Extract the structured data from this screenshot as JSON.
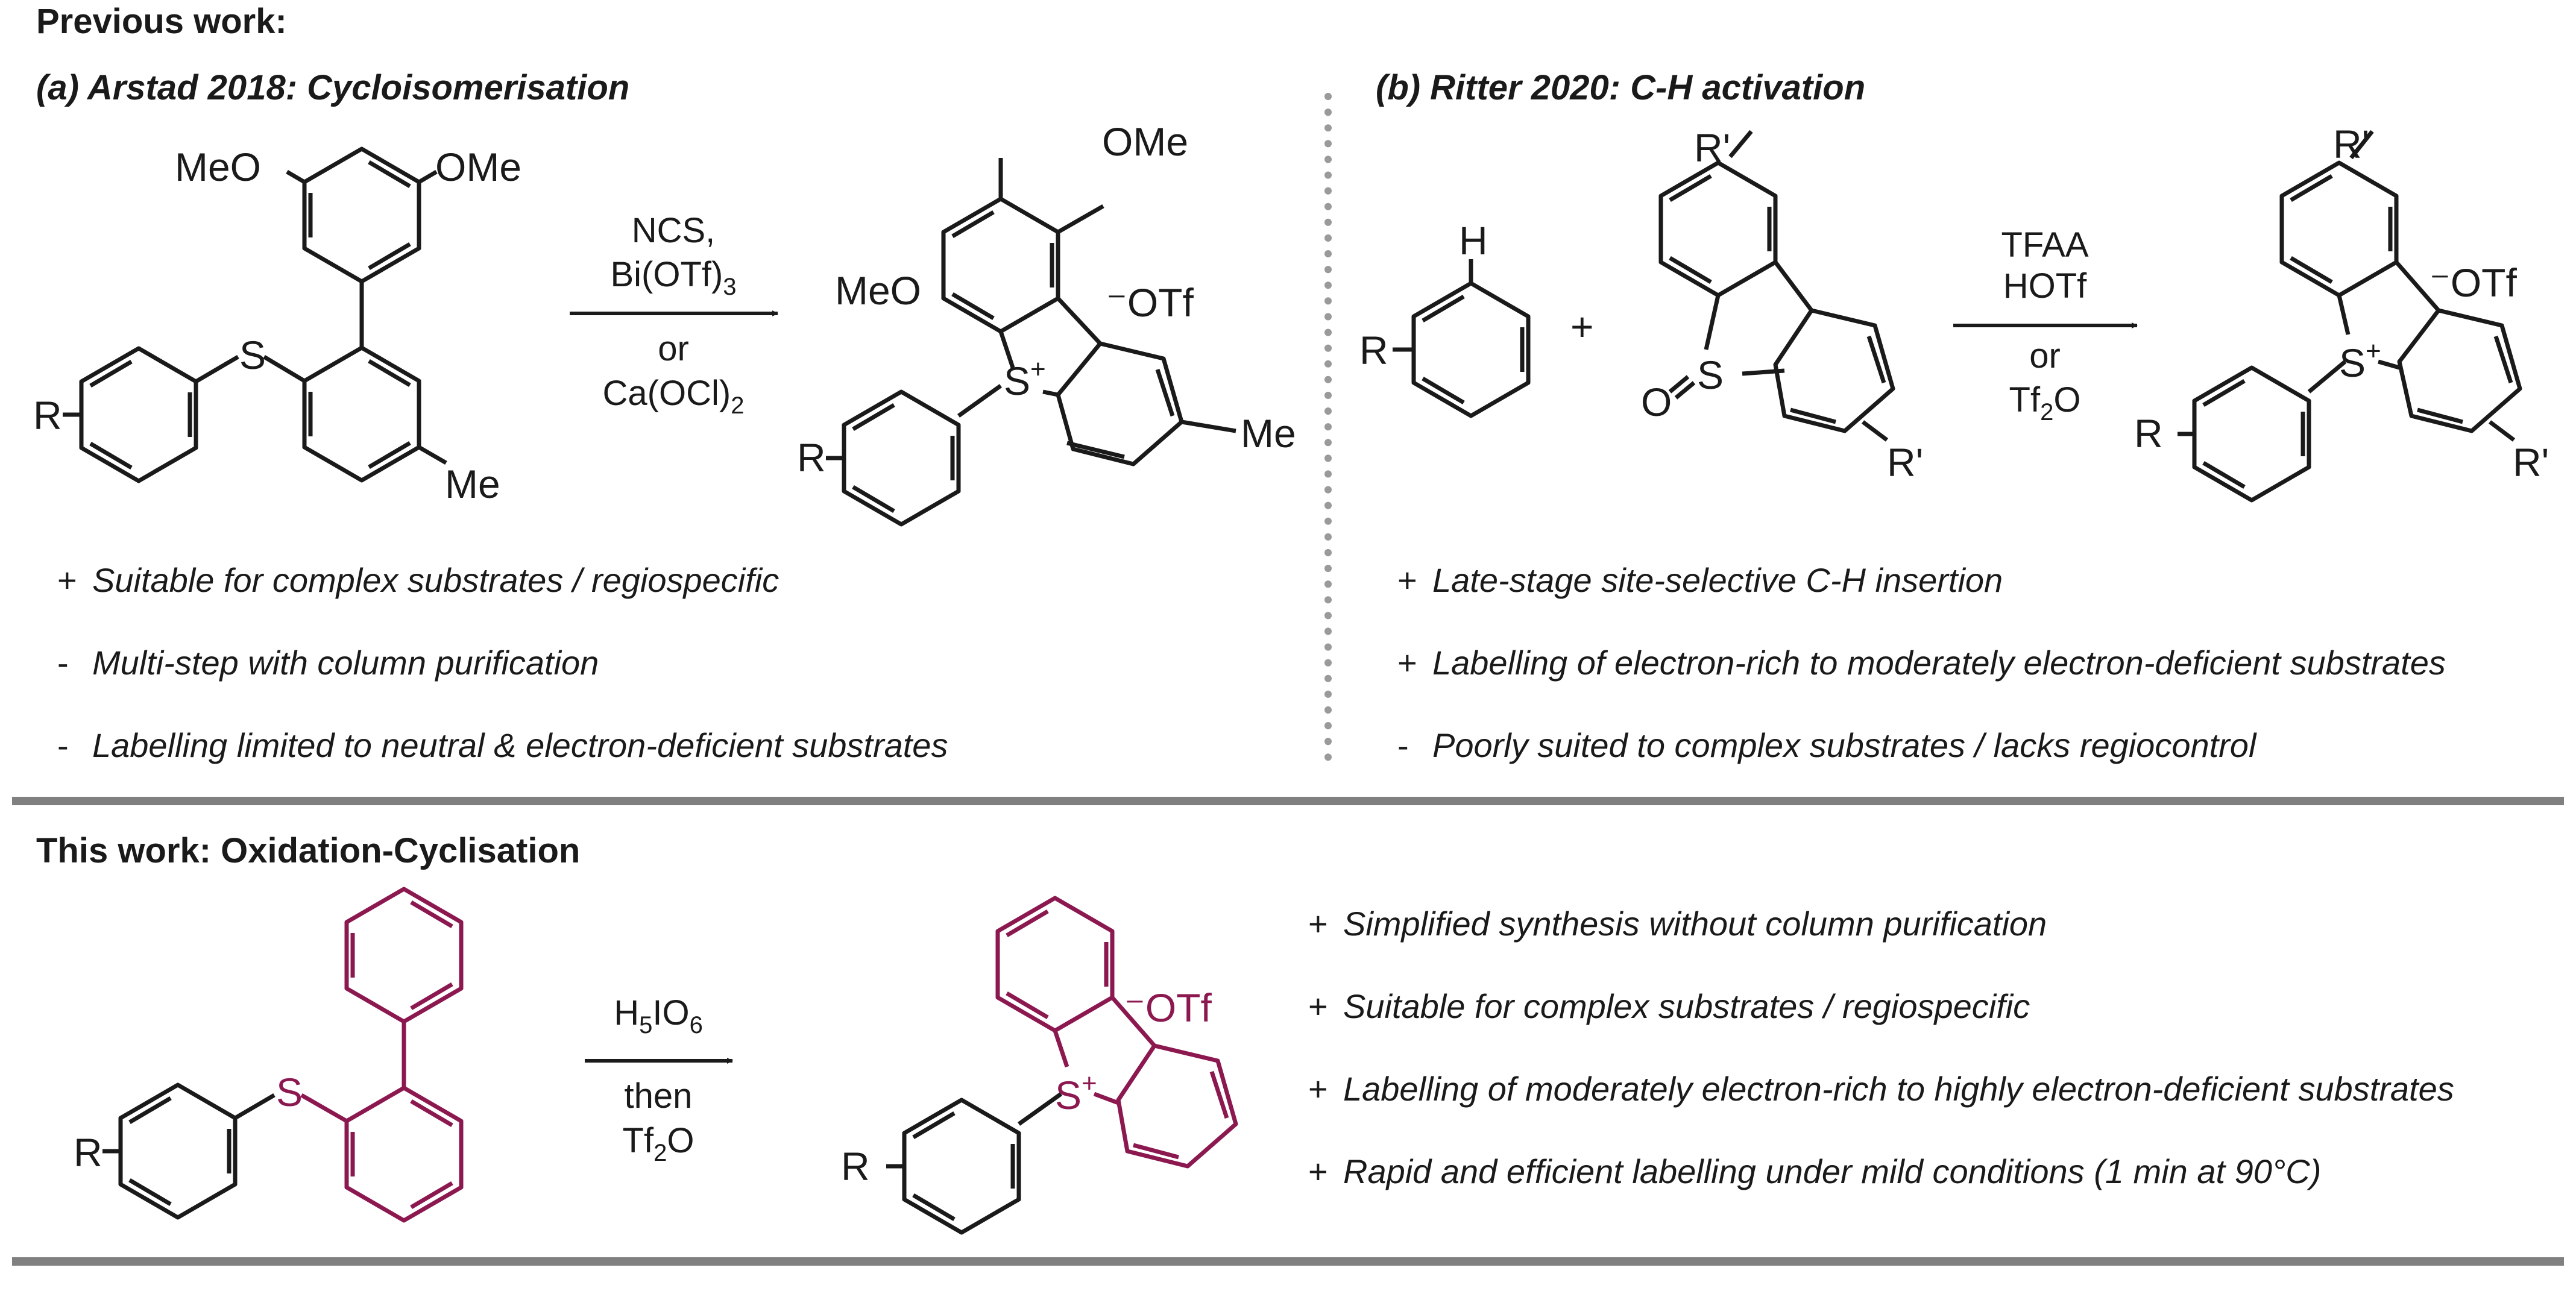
{
  "colors": {
    "text": "#1a1a1a",
    "highlight": "#8c1850",
    "divider": "#808080",
    "dots": "#9a9a9a"
  },
  "headers": {
    "previous": "Previous work:",
    "a": "(a) Arstad 2018: Cycloisomerisation",
    "b": "(b) Ritter 2020: C-H activation",
    "this": "This work: Oxidation-Cyclisation"
  },
  "arstad": {
    "reagent1": "NCS,",
    "reagent2": "Bi(OTf)",
    "reagent2_sub": "3",
    "reagent_or": "or",
    "reagent3": "Ca(OCl)",
    "reagent3_sub": "2",
    "sm_ome_left": "MeO",
    "sm_ome_right": "OMe",
    "sm_s": "S",
    "sm_r": "R",
    "sm_me": "Me",
    "pr_ome_top": "OMe",
    "pr_ome_left": "MeO",
    "pr_otf": "OTf",
    "pr_s": "S",
    "pr_r": "R",
    "pr_me": "Me",
    "notes": [
      {
        "mark": "+",
        "text": "Suitable for complex substrates / regiospecific"
      },
      {
        "mark": "-",
        "text": "Multi-step with column purification"
      },
      {
        "mark": "-",
        "text": "Labelling limited to neutral & electron-deficient substrates"
      }
    ]
  },
  "ritter": {
    "h": "H",
    "r": "R",
    "plus": "+",
    "so_o": "O",
    "so_s": "S",
    "rprime_top": "R'",
    "rprime_bottom": "R'",
    "reagent1": "TFAA",
    "reagent2": "HOTf",
    "reagent_or": "or",
    "reagent3": "Tf",
    "reagent3_sub": "2",
    "reagent3_tail": "O",
    "pr_rprime_top": "R'",
    "pr_otf": "OTf",
    "pr_s": "S",
    "pr_r": "R",
    "pr_rprime_bottom": "R'",
    "notes": [
      {
        "mark": "+",
        "text": "Late-stage site-selective C-H insertion"
      },
      {
        "mark": "+",
        "text": "Labelling of electron-rich to moderately electron-deficient substrates"
      },
      {
        "mark": "-",
        "text": "Poorly suited to complex substrates / lacks regiocontrol"
      }
    ]
  },
  "thiswork": {
    "sm_s": "S",
    "sm_r": "R",
    "reagent1": "H",
    "reagent1_sub1": "5",
    "reagent1_mid": "IO",
    "reagent1_sub2": "6",
    "reagent_then": "then",
    "reagent2": "Tf",
    "reagent2_sub": "2",
    "reagent2_tail": "O",
    "pr_otf": "OTf",
    "pr_s": "S",
    "pr_r": "R",
    "notes": [
      {
        "mark": "+",
        "text": "Simplified synthesis without column purification"
      },
      {
        "mark": "+",
        "text": "Suitable for complex substrates / regiospecific"
      },
      {
        "mark": "+",
        "text": "Labelling of moderately electron-rich to highly electron-deficient substrates"
      },
      {
        "mark": "+",
        "text": "Rapid and efficient labelling under mild conditions (1 min at 90°C)"
      }
    ]
  }
}
